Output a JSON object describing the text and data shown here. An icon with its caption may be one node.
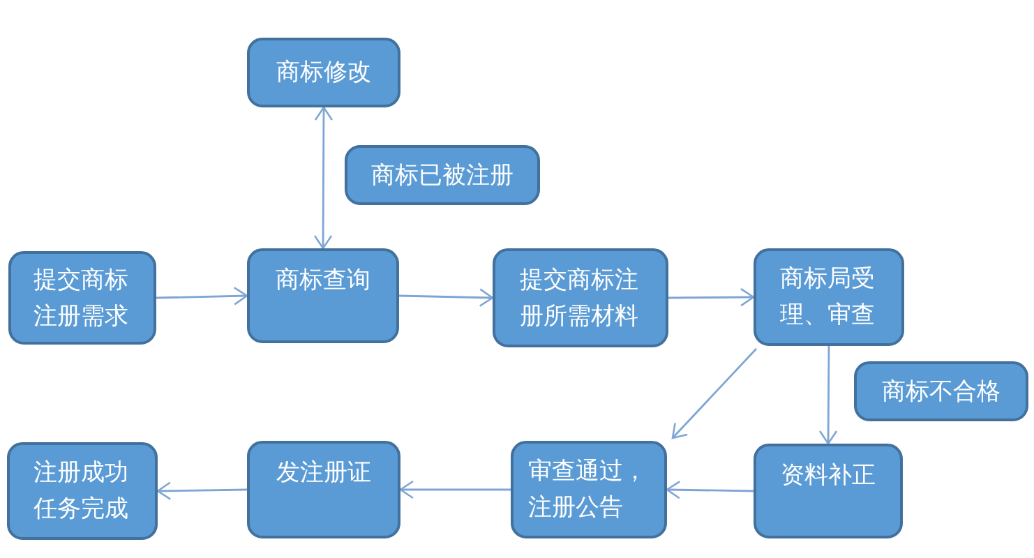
{
  "diagram": {
    "nodes": [
      {
        "text": [
          "商标修改"
        ]
      },
      {
        "text": [
          "商标已被注册"
        ]
      },
      {
        "text": [
          "提交商标注册需求"
        ]
      },
      {
        "text": [
          "商标查询"
        ]
      },
      {
        "text": [
          "提交商标注册所需材料"
        ]
      },
      {
        "text": [
          "商标局受理、审查"
        ]
      },
      {
        "text": [
          "商标不合格"
        ]
      },
      {
        "text": [
          "审查通过，注册公告"
        ]
      },
      {
        "text": [
          "资料补正"
        ]
      },
      {
        "text": [
          "发注册证"
        ]
      },
      {
        "text": [
          "注册成功任务完成"
        ]
      }
    ],
    "edges": [
      {
        "from": 2,
        "to": 3,
        "arrow": "to"
      },
      {
        "from": 3,
        "to": 0,
        "arrow": "both"
      },
      {
        "from": 3,
        "to": 4,
        "arrow": "to"
      },
      {
        "from": 4,
        "to": 5,
        "arrow": "to"
      },
      {
        "from": 5,
        "to": 7,
        "arrow": "to"
      },
      {
        "from": 5,
        "to": 8,
        "arrow": "to"
      },
      {
        "from": 8,
        "to": 7,
        "arrow": "to"
      },
      {
        "from": 7,
        "to": 9,
        "arrow": "to"
      },
      {
        "from": 9,
        "to": 10,
        "arrow": "to"
      }
    ]
  }
}
